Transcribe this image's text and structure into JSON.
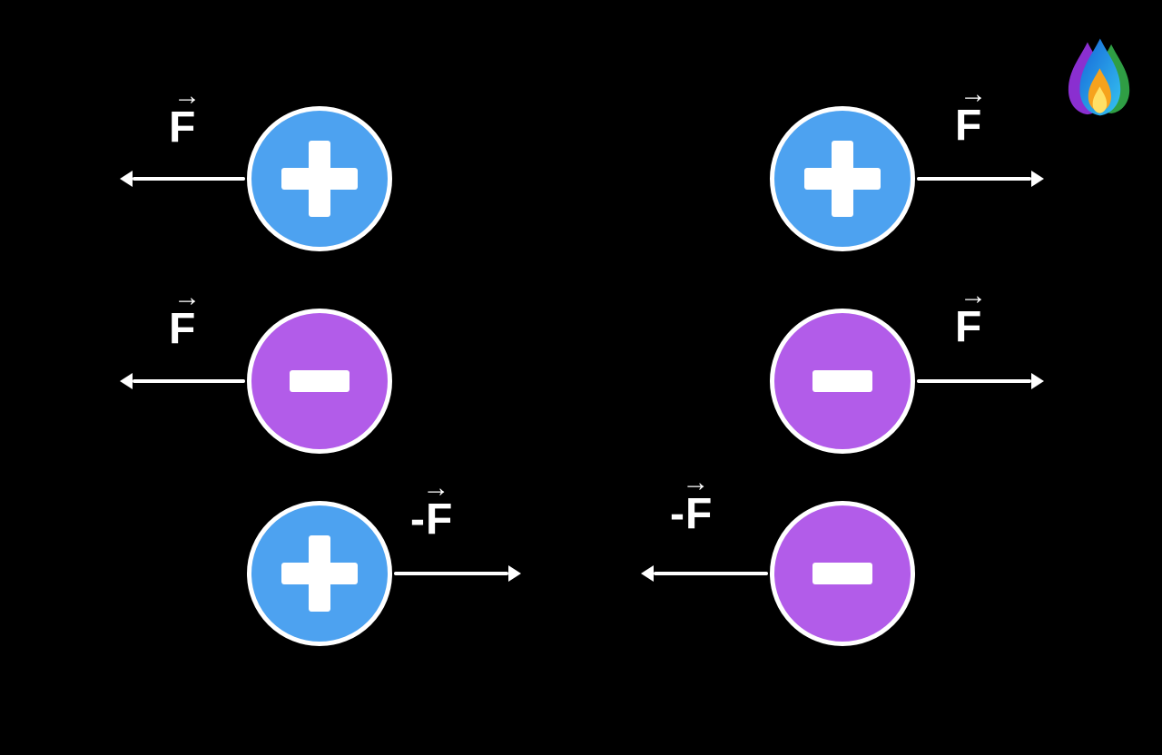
{
  "background_color": "#000000",
  "colors": {
    "positive_charge": "#4da2f0",
    "negative_charge": "#b25ce9",
    "arrow": "#ffffff",
    "text": "#ffffff"
  },
  "logo": {
    "name": "flame-logo"
  },
  "vector_hat_glyph": "→",
  "charges": [
    {
      "position": "top-left",
      "sign": "+",
      "polarity": "positive",
      "force_label": "F",
      "force_label_vector": true,
      "arrow_direction": "left"
    },
    {
      "position": "top-right",
      "sign": "+",
      "polarity": "positive",
      "force_label": "F",
      "force_label_vector": true,
      "arrow_direction": "right"
    },
    {
      "position": "middle-left",
      "sign": "-",
      "polarity": "negative",
      "force_label": "F",
      "force_label_vector": true,
      "arrow_direction": "left"
    },
    {
      "position": "middle-right",
      "sign": "-",
      "polarity": "negative",
      "force_label": "F",
      "force_label_vector": true,
      "arrow_direction": "right"
    },
    {
      "position": "bottom-left",
      "sign": "+",
      "polarity": "positive",
      "force_label": "-F",
      "force_label_vector": true,
      "arrow_direction": "right"
    },
    {
      "position": "bottom-right",
      "sign": "-",
      "polarity": "negative",
      "force_label": "-F",
      "force_label_vector": true,
      "arrow_direction": "left"
    }
  ]
}
